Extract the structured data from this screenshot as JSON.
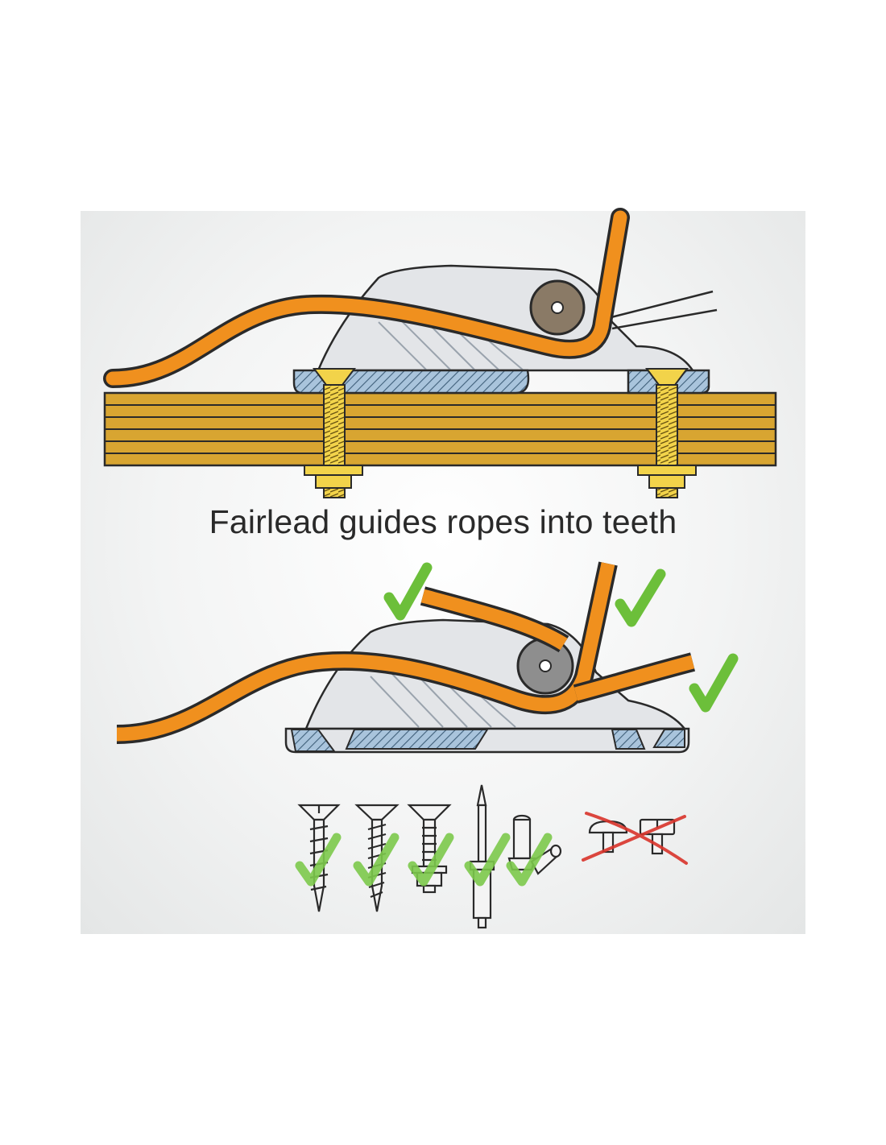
{
  "caption": "Fairlead guides ropes into teeth",
  "colors": {
    "rope": "#f0901e",
    "rope_outline": "#2a2a2a",
    "deck_wood": "#d8a531",
    "base_blue": "#a9c4dc",
    "cleat_body": "#e3e5e8",
    "roller_top": "#8a7a66",
    "roller_bottom": "#8e8e8e",
    "brass": "#f2d34a",
    "check_green": "#6cbf3a",
    "cross_red": "#d9342b"
  },
  "icons": {
    "valid_check": "check-icon",
    "invalid_cross": "cross-icon",
    "fasteners_allowed": [
      "slotted-countersunk-wood-screw",
      "phillips-wood-screw",
      "countersunk-machine-screw-with-nut",
      "pop-rivet",
      "hollow-rivet"
    ],
    "fasteners_not_allowed": [
      "pan-head-screw",
      "cheese-head-screw"
    ]
  }
}
